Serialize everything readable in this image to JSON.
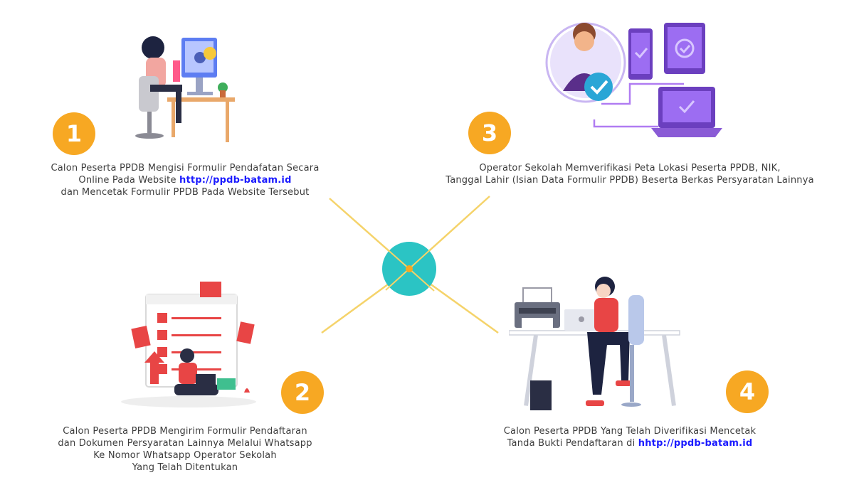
{
  "steps": [
    {
      "number": "1",
      "lines": [
        "Calon Peserta PPDB Mengisi Formulir Pendafatan Secara"
      ],
      "line2_prefix": "Online Pada Website ",
      "line2_link": "http://ppdb-batam.id",
      "line3": "dan Mencetak Formulir PPDB Pada Website Tersebut"
    },
    {
      "number": "2",
      "line1": "Calon Peserta PPDB Mengirim Formulir Pendaftaran",
      "line2": "dan Dokumen Persyaratan Lainnya Melalui Whatsapp",
      "line3": "Ke Nomor Whatsapp Operator Sekolah",
      "line4": "Yang Telah Ditentukan"
    },
    {
      "number": "3",
      "line1": "Operator Sekolah Memverifikasi Peta Lokasi Peserta PPDB, NIK,",
      "line2": "Tanggal Lahir (Isian Data Formulir PPDB) Beserta Berkas Persyaratan Lainnya"
    },
    {
      "number": "4",
      "line1": "Calon Peserta PPDB Yang Telah Diverifikasi Mencetak",
      "line2_prefix": "Tanda Bukti Pendaftaran di ",
      "line2_link": "hhtp://ppdb-batam.id"
    }
  ],
  "colors": {
    "badge": "#f7a823",
    "hub": "#2bc4c4",
    "connector": "#f5d36a",
    "link": "#1a1aff"
  }
}
